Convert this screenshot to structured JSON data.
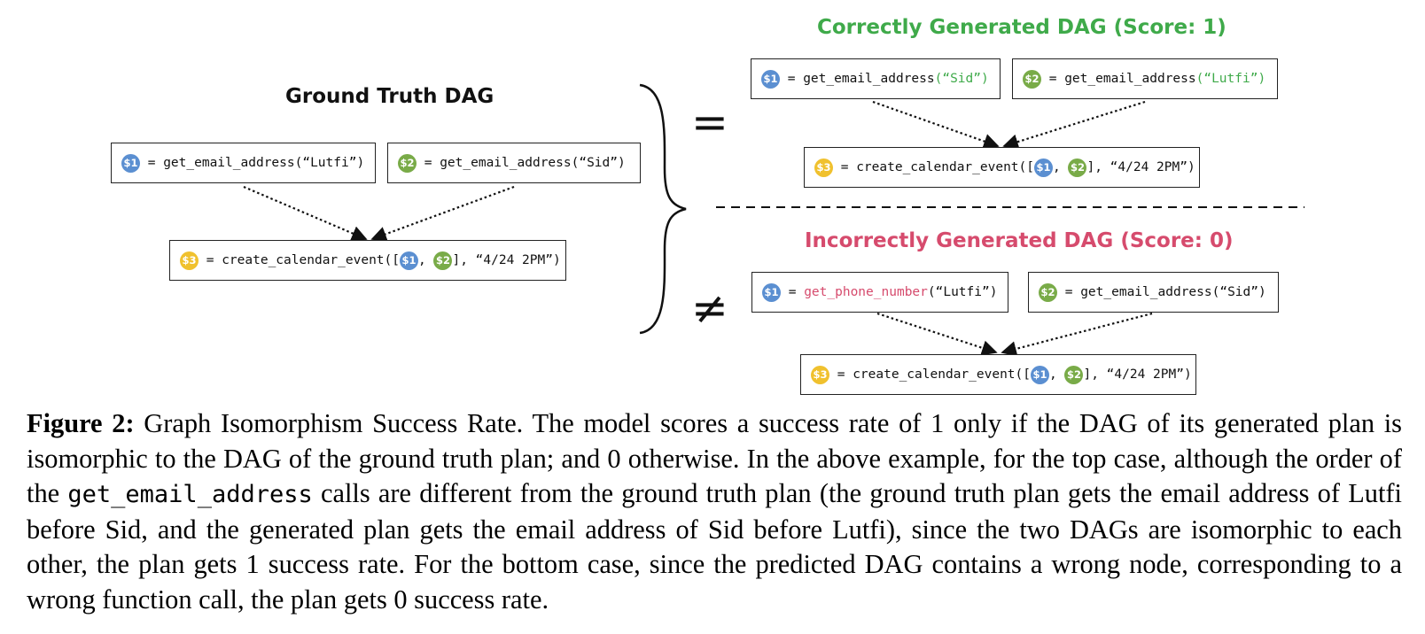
{
  "figure": {
    "ground_truth": {
      "title": "Ground Truth DAG",
      "nodes": [
        {
          "var": "$1",
          "prefix": "= ",
          "fn": "get_email_address",
          "args": "(“Lutfi”)"
        },
        {
          "var": "$2",
          "prefix": "= ",
          "fn": "get_email_address",
          "args": "(“Sid”)"
        },
        {
          "var": "$3",
          "prefix": "= ",
          "fn": "create_calendar_event",
          "args_open": "([",
          "ref1": "$1",
          "sep": ", ",
          "ref2": "$2",
          "args_close": "], “4/24 2PM”)"
        }
      ]
    },
    "equal_symbol": "=",
    "not_equal_symbol": "≠",
    "correct": {
      "title": "Correctly Generated DAG (Score: 1)",
      "nodes": [
        {
          "var": "$1",
          "prefix": "= ",
          "fn": "get_email_address",
          "args": "(“Sid”)"
        },
        {
          "var": "$2",
          "prefix": "= ",
          "fn": "get_email_address",
          "args": "(“Lutfi”)"
        },
        {
          "var": "$3",
          "prefix": "= ",
          "fn": "create_calendar_event",
          "args_open": "([",
          "ref1": "$1",
          "sep": ", ",
          "ref2": "$2",
          "args_close": "], “4/24 2PM”)"
        }
      ]
    },
    "incorrect": {
      "title": "Incorrectly Generated DAG (Score: 0)",
      "nodes": [
        {
          "var": "$1",
          "prefix": "= ",
          "fn": "get_phone_number",
          "args": "(“Lutfi”)"
        },
        {
          "var": "$2",
          "prefix": "= ",
          "fn": "get_email_address",
          "args": "(“Sid”)"
        },
        {
          "var": "$3",
          "prefix": "= ",
          "fn": "create_calendar_event",
          "args_open": "([",
          "ref1": "$1",
          "sep": ", ",
          "ref2": "$2",
          "args_close": "], “4/24 2PM”)"
        }
      ]
    },
    "colors": {
      "badge_1": "#5b8fd1",
      "badge_2": "#79ab48",
      "badge_3": "#f0c12e",
      "correct_title": "#3faa4a",
      "incorrect_title": "#d64b6d"
    }
  },
  "caption": {
    "label": "Figure 2:",
    "text_1": " Graph Isomorphism Success Rate. The model scores a success rate of 1 only if the DAG of its generated plan is isomorphic to the DAG of the ground truth plan; and 0 otherwise. In the above example, for the top case, although the order of the ",
    "code": "get_email_address",
    "text_2": " calls are different from the ground truth plan (the ground truth plan gets the email address of Lutfi before Sid, and the generated plan gets the email address of Sid before Lutfi), since the two DAGs are isomorphic to each other, the plan gets 1 success rate. For the bottom case, since the predicted DAG contains a wrong node, corresponding to a wrong function call, the plan gets 0 success rate."
  }
}
